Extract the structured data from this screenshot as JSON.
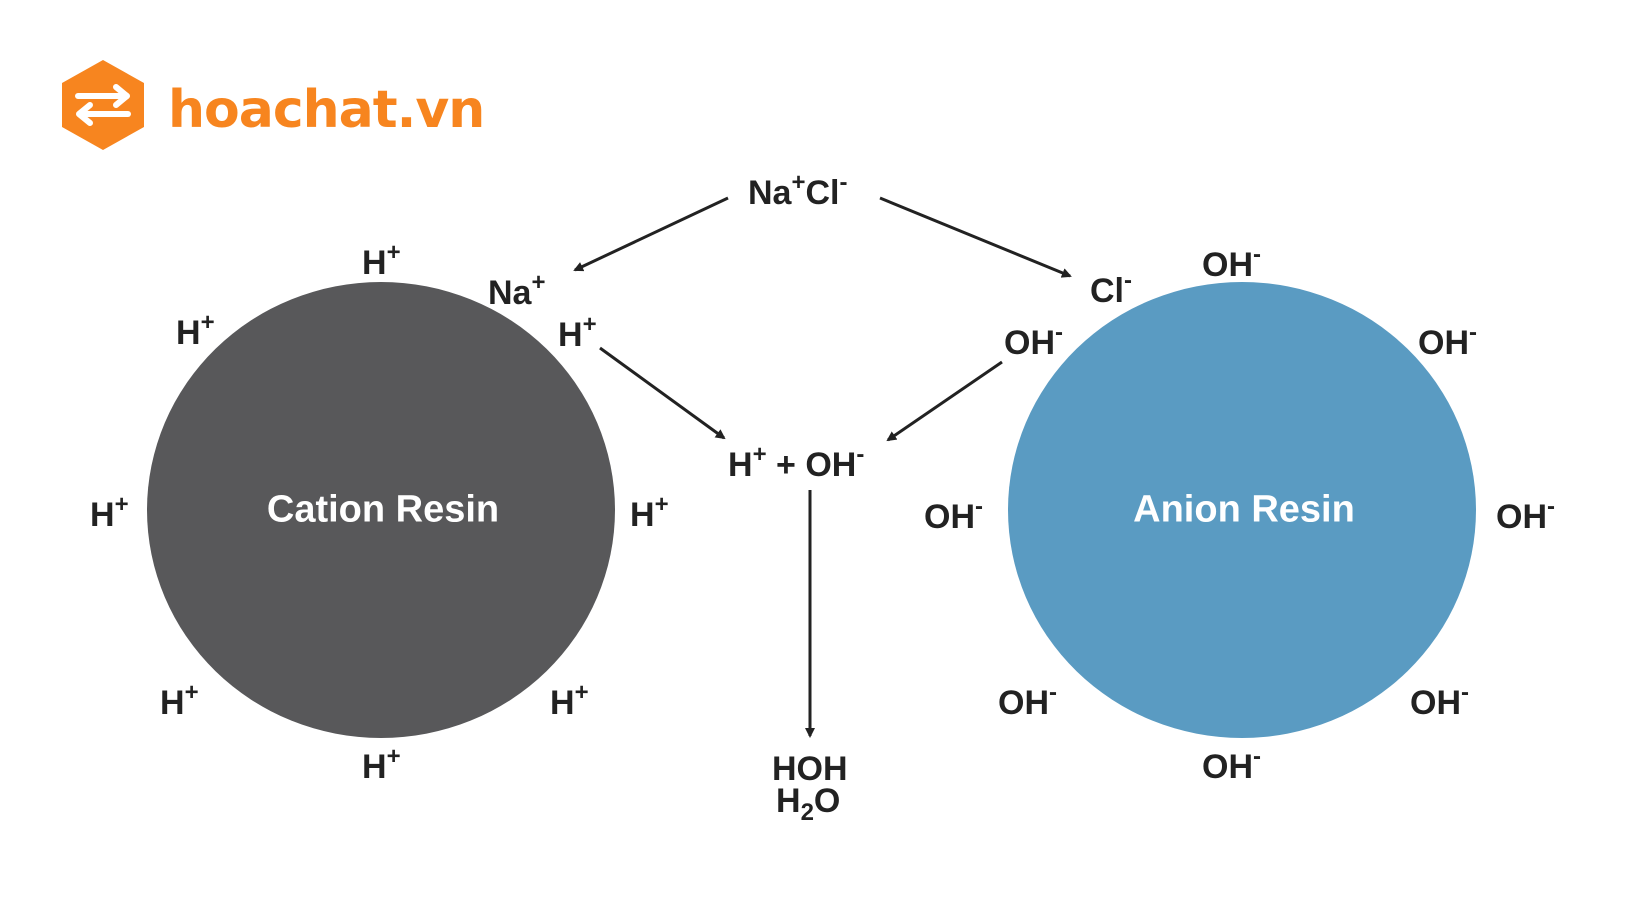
{
  "logo": {
    "text": "hoachat.vn",
    "icon": "hexagon-exchange-arrows-icon",
    "color": "#f7851f"
  },
  "colors": {
    "cation_resin": "#58585a",
    "anion_resin": "#5a9bc2",
    "text": "#222222",
    "arrow": "#222222"
  },
  "cation_resin": {
    "label": "Cation Resin",
    "ions": [
      {
        "name": "h",
        "sup": "+"
      },
      {
        "name": "h",
        "sup": "+"
      },
      {
        "name": "h",
        "sup": "+"
      },
      {
        "name": "h",
        "sup": "+"
      },
      {
        "name": "h",
        "sup": "+"
      },
      {
        "name": "h",
        "sup": "+"
      },
      {
        "name": "h",
        "sup": "+"
      },
      {
        "name": "na",
        "sup": "+"
      }
    ]
  },
  "anion_resin": {
    "label": "Anion Resin",
    "ions": [
      {
        "name": "oh",
        "sup": "-"
      },
      {
        "name": "oh",
        "sup": "-"
      },
      {
        "name": "oh",
        "sup": "-"
      },
      {
        "name": "oh",
        "sup": "-"
      },
      {
        "name": "oh",
        "sup": "-"
      },
      {
        "name": "oh",
        "sup": "-"
      },
      {
        "name": "oh",
        "sup": "-"
      },
      {
        "name": "cl",
        "sup": "-"
      }
    ]
  },
  "ion_text": {
    "h": "H",
    "na": "Na",
    "oh": "OH",
    "cl": "Cl"
  },
  "salt": {
    "na": "Na",
    "na_sup": "+",
    "cl": "Cl",
    "cl_sup": "-"
  },
  "reaction": {
    "h": "H",
    "h_sup": "+",
    "plus": " + ",
    "oh": "OH",
    "oh_sup": "-"
  },
  "product": {
    "line1": "HOH",
    "h2o_h": "H",
    "h2o_sub": "2",
    "h2o_o": "O"
  }
}
